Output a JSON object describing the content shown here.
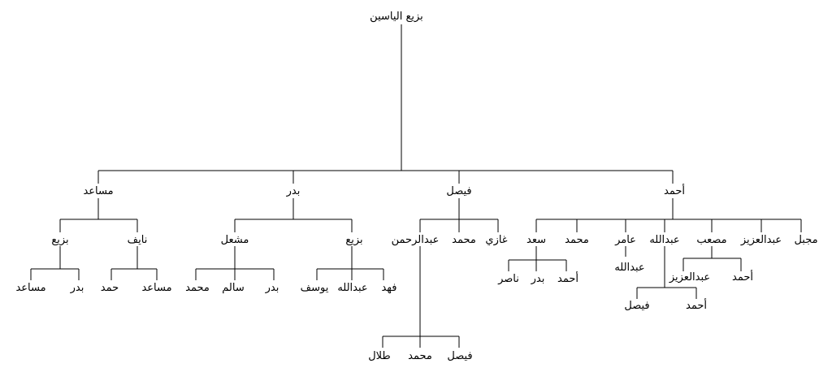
{
  "colors": {
    "background": "#ffffff",
    "ink": "#000000"
  },
  "root": "بزيع الياسين",
  "sons": {
    "musaed": "مساعد",
    "badr": "بدر",
    "faisal": "فيصل",
    "ahmad": "أحمد"
  },
  "musaed_children": {
    "bazi": "بزيع",
    "nayef": "نايف"
  },
  "bazi_children": {
    "musaed": "مساعد",
    "badr": "بدر"
  },
  "nayef_children": {
    "hamad": "حمد",
    "musaed": "مساعد"
  },
  "badr_children": {
    "mishal": "مشعل",
    "bazi": "بزيع"
  },
  "mishal_children": {
    "mohammad": "محمد",
    "salem": "سالم",
    "badr": "بدر"
  },
  "badr_bazi_children": {
    "yousef": "يوسف",
    "abdullah": "عبدالله",
    "fahad": "فهد"
  },
  "faisal_children": {
    "abdulrahman": "عبدالرحمن",
    "mohammad": "محمد",
    "ghazi": "غازي"
  },
  "abdulrahman_children": {
    "talal": "طلال",
    "mohammad": "محمد",
    "faisal": "فيصل"
  },
  "ahmad_children": {
    "saad": "سعد",
    "mohammad": "محمد",
    "amer": "عامر",
    "abdullah": "عبدالله",
    "musab": "مصعب",
    "abdulaziz": "عبدالعزيز",
    "mujbel": "مجبل"
  },
  "saad_children": {
    "naser": "ناصر",
    "badr": "بدر",
    "ahmad": "أحمد"
  },
  "amer_children": {
    "abdullah": "عبدالله"
  },
  "abdullah_children": {
    "faisal": "فيصل",
    "ahmad": "أحمد"
  },
  "musab_children": {
    "abdulaziz": "عبدالعزيز",
    "ahmad": "أحمد"
  }
}
